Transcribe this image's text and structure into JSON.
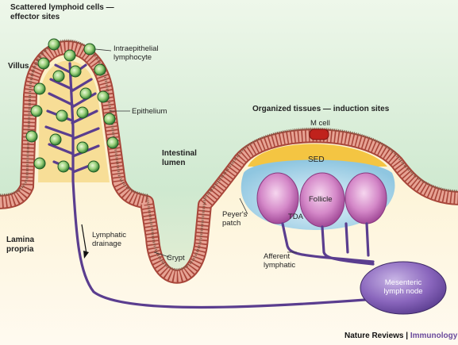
{
  "labels": {
    "scattered_line1": "Scattered lymphoid cells —",
    "scattered_line2": "effector sites",
    "villus": "Villus",
    "intraepithelial_line1": "Intraepithelial",
    "intraepithelial_line2": "lymphocyte",
    "epithelium": "Epithelium",
    "organized": "Organized tissues — induction sites",
    "m_cell": "M cell",
    "sed": "SED",
    "follicle": "Follicle",
    "tda": "TDA",
    "intestinal_line1": "Intestinal",
    "intestinal_line2": "lumen",
    "peyers_line1": "Peyer's",
    "peyers_line2": "patch",
    "lamina_line1": "Lamina",
    "lamina_line2": "propria",
    "lymphatic_line1": "Lymphatic",
    "lymphatic_line2": "drainage",
    "afferent_line1": "Afferent",
    "afferent_line2": "lymphatic",
    "crypt": "Crypt",
    "mesenteric_line1": "Mesenteric",
    "mesenteric_line2": "lymph node"
  },
  "footer": {
    "publisher": "Nature Reviews",
    "separator": " | ",
    "journal": "Immunology"
  },
  "colors": {
    "lumen": "#dcefd8",
    "lamina_propria": "#fdf3cc",
    "epithelium": "#d98a7a",
    "epithelium_dark": "#a8463a",
    "villus_core": "#f6d98c",
    "lymphatic": "#5a3d8f",
    "cell_green": "#2f8a3a",
    "dome_blue": "#a9d6ea",
    "sed_yellow": "#f4c542",
    "follicle": "#c264b5",
    "m_cell": "#c0221c",
    "node": "#6a4a9c"
  }
}
